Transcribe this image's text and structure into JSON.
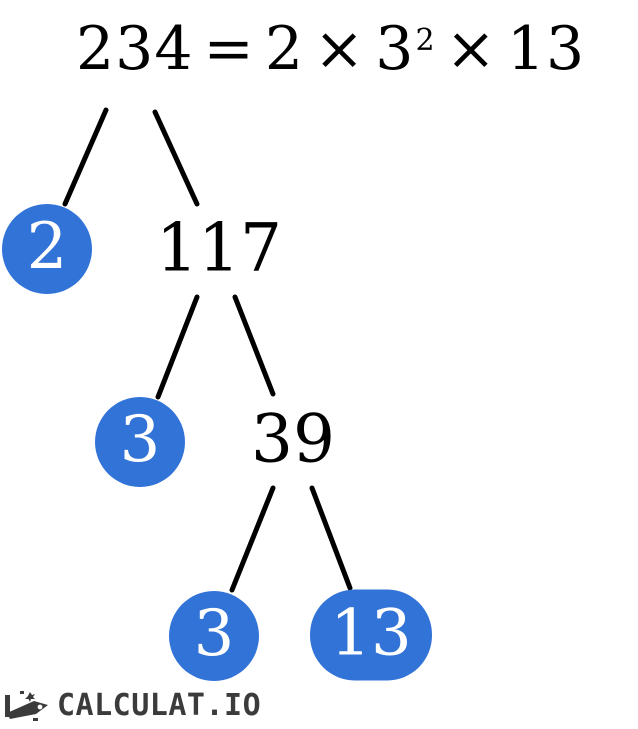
{
  "equation": {
    "lhs": "234",
    "equals": "=",
    "factor1": "2",
    "times1": "×",
    "factor2_base": "3",
    "factor2_exp": "2",
    "times2": "×",
    "factor3": "13"
  },
  "tree": {
    "root": "234",
    "nodes": [
      {
        "label": "2",
        "type": "prime-circle"
      },
      {
        "label": "117",
        "type": "composite-text"
      },
      {
        "label": "3",
        "type": "prime-circle"
      },
      {
        "label": "39",
        "type": "composite-text"
      },
      {
        "label": "3",
        "type": "prime-circle"
      },
      {
        "label": "13",
        "type": "prime-pill"
      }
    ],
    "edges": [
      {
        "from": "234",
        "to": "2"
      },
      {
        "from": "234",
        "to": "117"
      },
      {
        "from": "117",
        "to": "3"
      },
      {
        "from": "117",
        "to": "39"
      },
      {
        "from": "39",
        "to": "3"
      },
      {
        "from": "39",
        "to": "13"
      }
    ]
  },
  "colors": {
    "prime_node_bg": "#3273d8",
    "prime_node_text": "#ffffff",
    "line": "#000000",
    "equation_text": "#000000",
    "logo_text": "#3b3b3b"
  },
  "logo": {
    "icon": "rocket-icon",
    "text": "CALCULAT.IO"
  }
}
